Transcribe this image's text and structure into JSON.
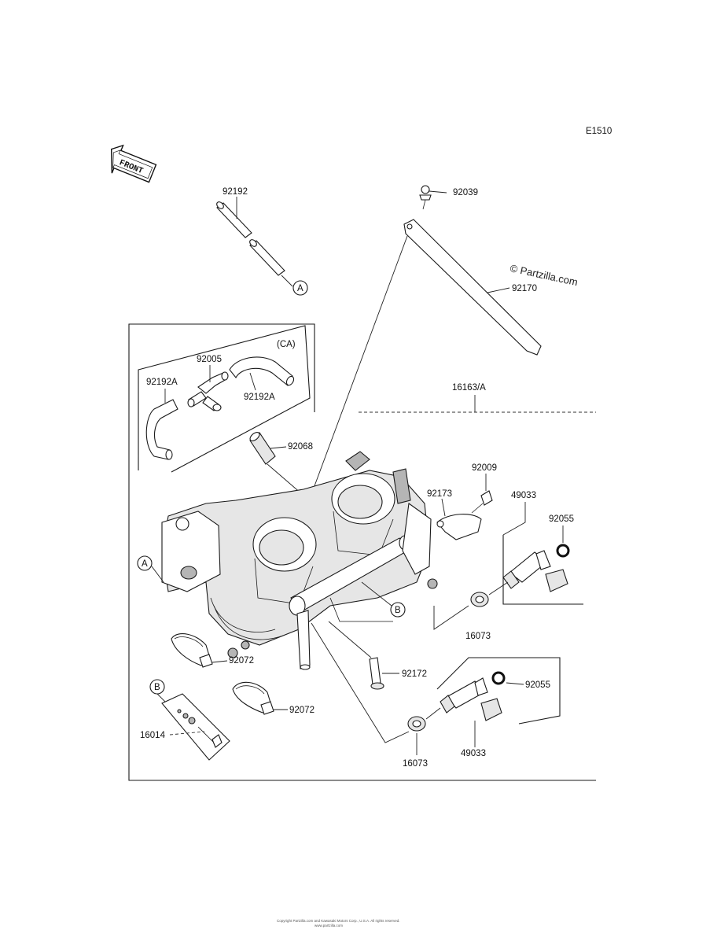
{
  "diagram": {
    "code": "E1510",
    "front_label": "FRONT",
    "watermark": "© Partzilla.com",
    "group_label": "(CA)",
    "labels": {
      "p92192": "92192",
      "p92039": "92039",
      "p92170": "92170",
      "p92005": "92005",
      "p92192A_left": "92192A",
      "p92192A_right": "92192A",
      "p16163A": "16163/A",
      "p92068": "92068",
      "p92009": "92009",
      "p92173": "92173",
      "p49033_top": "49033",
      "p92055_top": "92055",
      "p16073_top": "16073",
      "p92072_a": "92072",
      "p92072_b": "92072",
      "p92172": "92172",
      "p92055_bottom": "92055",
      "p49033_bottom": "49033",
      "p16073_bottom": "16073",
      "p16014": "16014"
    },
    "refs": {
      "ref_a_top": "A",
      "ref_a_body": "A",
      "ref_b_body": "B",
      "ref_b_kit": "B"
    },
    "footer_lines": [
      "Copyright Partzilla.com and Kawasaki Motors Corp., U.S.A. All rights reserved.",
      "www.partzilla.com"
    ]
  }
}
